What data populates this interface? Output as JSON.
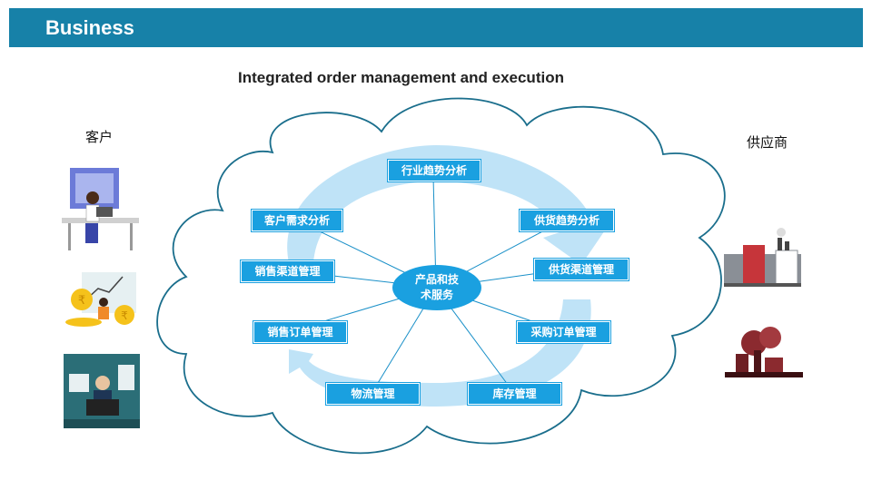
{
  "header": {
    "title": "Business",
    "color": "#1781a8"
  },
  "subtitle": "Integrated order management and execution",
  "left_label": "客户",
  "right_label": "供应商",
  "hub": {
    "line1": "产品和技",
    "line2": "术服务"
  },
  "nodes": [
    {
      "label": "行业趋势分析"
    },
    {
      "label": "供货趋势分析"
    },
    {
      "label": "供货渠道管理"
    },
    {
      "label": "采购订单管理"
    },
    {
      "label": "库存管理"
    },
    {
      "label": "物流管理"
    },
    {
      "label": "销售订单管理"
    },
    {
      "label": "销售渠道管理"
    },
    {
      "label": "客户需求分析"
    }
  ],
  "colors": {
    "box": "#1aa0e0",
    "arrow": "#bfe3f7",
    "cloud_stroke": "#1a6e8c"
  }
}
